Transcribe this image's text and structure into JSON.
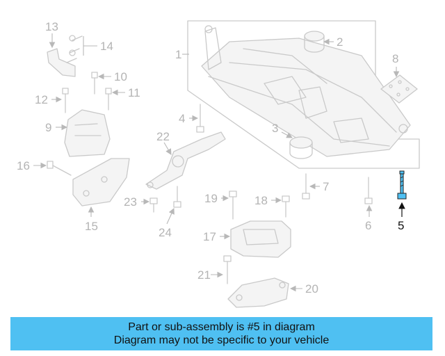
{
  "callouts": {
    "c1": "1",
    "c2": "2",
    "c3": "3",
    "c4": "4",
    "c5": "5",
    "c6": "6",
    "c7": "7",
    "c8": "8",
    "c9": "9",
    "c10": "10",
    "c11": "11",
    "c12": "12",
    "c13": "13",
    "c14": "14",
    "c15": "15",
    "c16": "16",
    "c17": "17",
    "c18": "18",
    "c19": "19",
    "c20": "20",
    "c21": "21",
    "c22": "22",
    "c23": "23",
    "c24": "24"
  },
  "highlight": {
    "part_number": "5",
    "color": "#4fc0f2"
  },
  "banner": {
    "line1": "Part or sub-assembly is #5 in diagram",
    "line2": "Diagram may not be specific to your vehicle"
  }
}
